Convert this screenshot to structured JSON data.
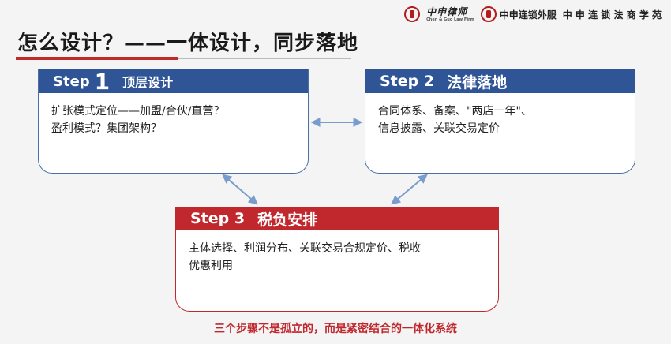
{
  "logo": {
    "firm_name": "中申律师",
    "firm_en": "Chen & Guo Law Firm",
    "brand_2": "中申连锁外服",
    "brand_3": "中 申 连 锁 法 商 学 苑"
  },
  "title": "怎么设计？——一体设计，同步落地",
  "steps": [
    {
      "word": "Step",
      "num": "1",
      "heading": "顶层设计",
      "lines": [
        "扩张模式定位——加盟/合伙/直营？",
        "盈利模式？集团架构？"
      ]
    },
    {
      "word": "Step 2",
      "num": "",
      "heading": "法律落地",
      "lines": [
        "合同体系、备案、\"两店一年\"、",
        "信息披露、关联交易定价"
      ]
    },
    {
      "word": "Step 3",
      "num": "",
      "heading": "税负安排",
      "lines": [
        "主体选择、利润分布、关联交易合规定价、税收",
        "优惠利用"
      ]
    }
  ],
  "note": "三个步骤不是孤立的，而是紧密结合的一体化系统",
  "colors": {
    "blue": "#2f5597",
    "red": "#c0282d",
    "arrow": "#7a9ccc"
  }
}
